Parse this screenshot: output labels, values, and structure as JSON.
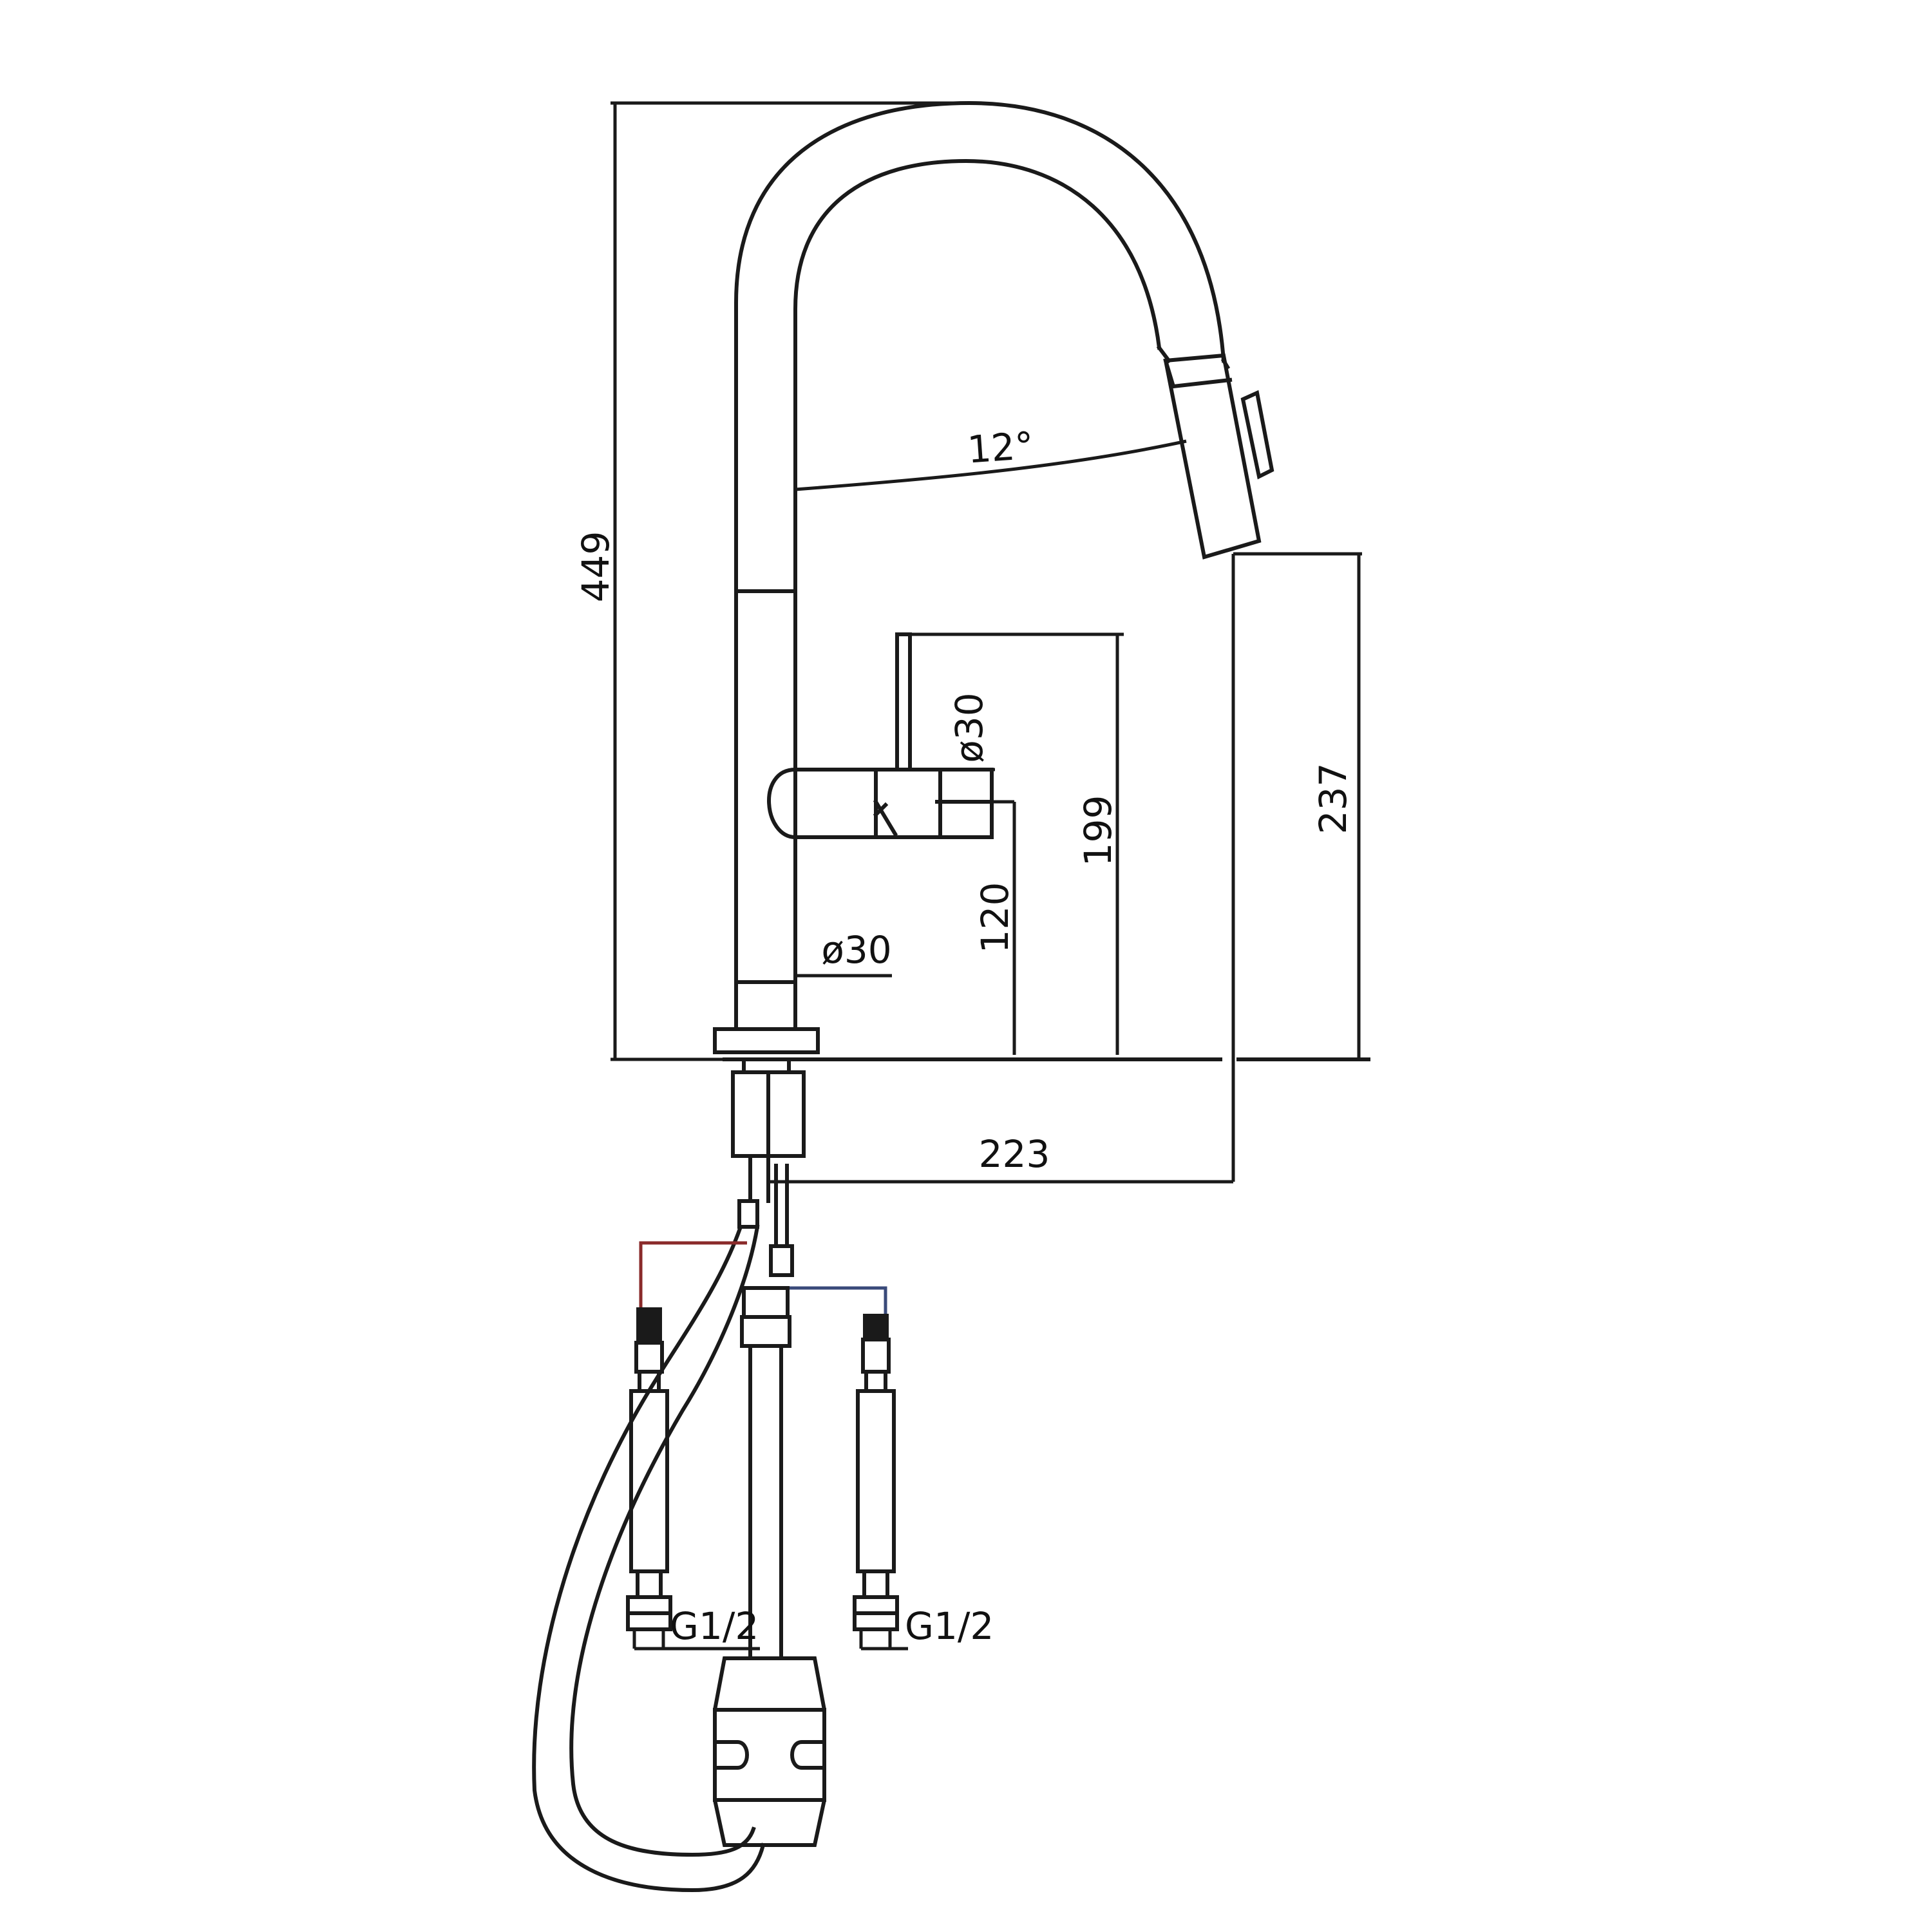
{
  "drawing": {
    "dimensions": {
      "total_height": "449",
      "spout_angle": "12°",
      "handle_diameter": "ø30",
      "body_diameter": "ø30",
      "handle_height": "120",
      "lever_height": "199",
      "outlet_height": "237",
      "reach": "223"
    },
    "connections": {
      "hot_inlet": "G1/2",
      "cold_inlet": "G1/2"
    },
    "hose_colors": {
      "hot": "#8a2a2a",
      "cold": "#3a4a7a"
    }
  }
}
